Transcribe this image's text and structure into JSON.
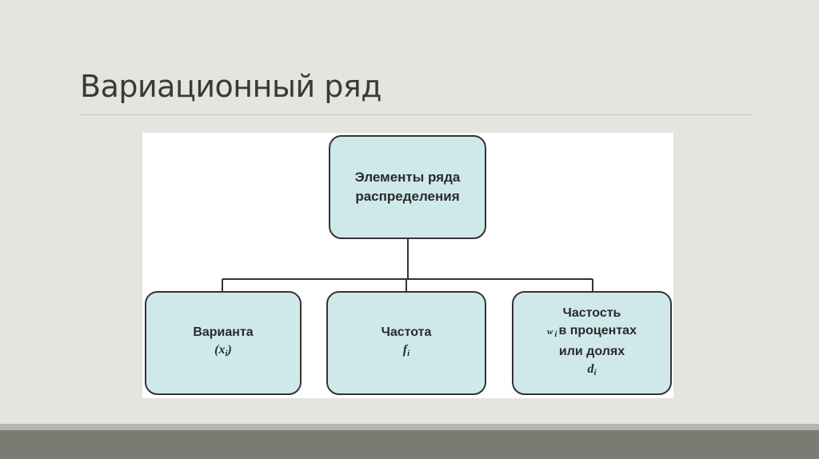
{
  "slide": {
    "title": "Вариационный ряд"
  },
  "diagram": {
    "root": {
      "line1": "Элементы ряда",
      "line2": "распределения"
    },
    "children": [
      {
        "label": "Варианта",
        "symbol_open": "(",
        "symbol": "x",
        "symbol_sub": "i",
        "symbol_close": ")"
      },
      {
        "label": "Частота",
        "symbol": "f",
        "symbol_sub": "i"
      },
      {
        "label": "Частость",
        "symbol_prefix": "w",
        "symbol_prefix_sub": "i",
        "line2": "в процентах",
        "line3": "или долях",
        "symbol": "d",
        "symbol_sub": "i"
      }
    ]
  },
  "colors": {
    "box_fill": "#cfe9eb",
    "background": "#e5e4df"
  }
}
